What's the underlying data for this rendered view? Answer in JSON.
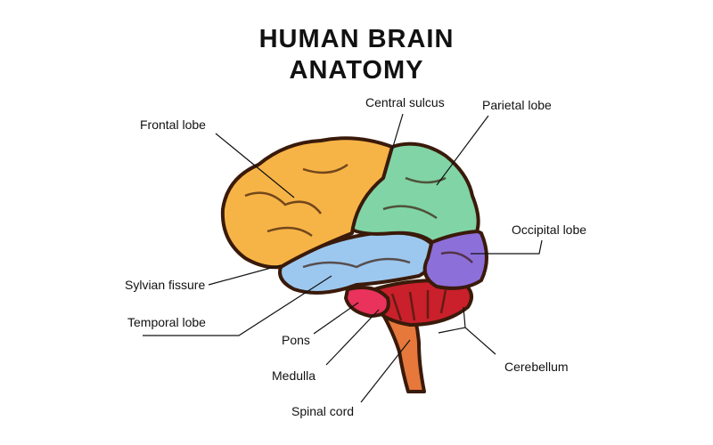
{
  "title_line1": "HUMAN BRAIN",
  "title_line2": "ANATOMY",
  "labels": {
    "frontal": "Frontal lobe",
    "central": "Central sulcus",
    "parietal": "Parietal lobe",
    "occipital": "Occipital lobe",
    "sylvian": "Sylvian fissure",
    "temporal": "Temporal lobe",
    "pons": "Pons",
    "medulla": "Medulla",
    "spinal": "Spinal cord",
    "cerebellum": "Cerebellum"
  },
  "colors": {
    "frontal": "#F7B446",
    "parietal": "#80D4A6",
    "occipital": "#8D6FDA",
    "temporal": "#9CC8EF",
    "cerebellum": "#C9202B",
    "pons": "#E9325C",
    "spinal": "#E5783A"
  }
}
